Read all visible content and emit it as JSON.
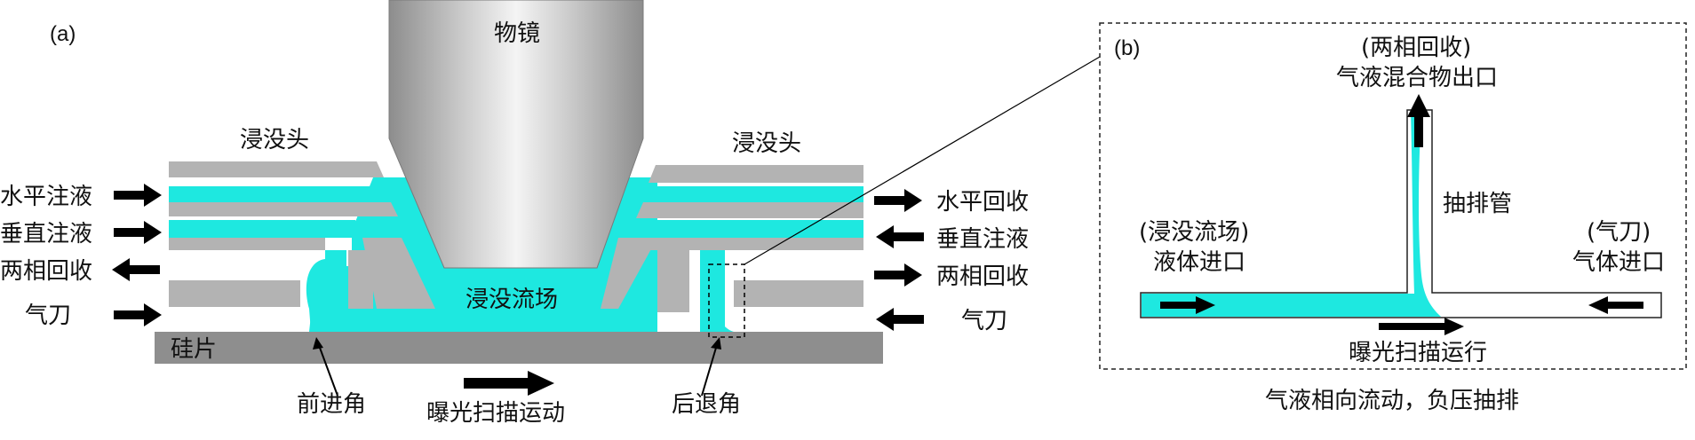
{
  "colors": {
    "fluid": "#1ee8e0",
    "head_gray": "#b3b3b3",
    "wafer_gray": "#8e8e8e",
    "arrow": "#000000",
    "outline": "#222222"
  },
  "panel_a": {
    "tag": "(a)",
    "objective": "物镜",
    "immersion_head_left": "浸没头",
    "immersion_head_right": "浸没头",
    "left_ports": [
      "水平注液",
      "垂直注液",
      "两相回收",
      "气刀"
    ],
    "right_ports": [
      "水平回收",
      "垂直注液",
      "两相回收",
      "气刀"
    ],
    "flow_field": "浸没流场",
    "wafer": "硅片",
    "advancing_angle": "前进角",
    "receding_angle": "后退角",
    "scan_motion": "曝光扫描运动"
  },
  "panel_b": {
    "tag": "(b)",
    "outlet_line1": "(两相回收)",
    "outlet_line2": "气液混合物出口",
    "exhaust_pipe": "抽排管",
    "liquid_inlet_line1": "(浸没流场)",
    "liquid_inlet_line2": "液体进口",
    "gas_inlet_line1": "(气刀)",
    "gas_inlet_line2": "气体进口",
    "scan_direction": "曝光扫描运行",
    "caption": "气液相向流动，负压抽排"
  }
}
